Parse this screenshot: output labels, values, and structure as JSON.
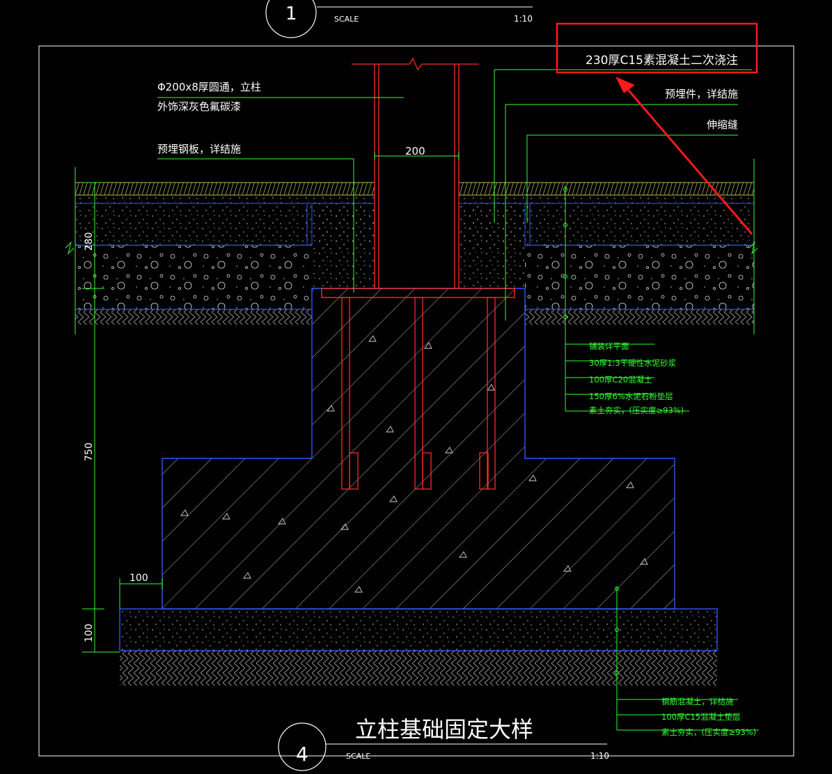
{
  "top_marker": {
    "number": "1",
    "scale_label": "SCALE",
    "scale_value": "1:10"
  },
  "highlight_note": "230厚C15素混凝土二次浇注",
  "left_notes": {
    "column_line1": "Φ200x8厚圆通，立柱",
    "column_line2": "外饰深灰色氟碳漆",
    "embedded_plate": "预埋钢板，详结施"
  },
  "right_notes": {
    "embedded_part": "预埋件，详结施",
    "expansion_joint": "伸缩缝"
  },
  "dimensions": {
    "column_width": "200",
    "pavement_depth": "280",
    "footing_depth": "750",
    "cushion_depth": "100",
    "footing_offset": "100"
  },
  "pavement_layers": [
    "铺装详平面",
    "30厚1:3干硬性水泥砂浆",
    "100厚C20混凝土",
    "150厚6%水泥石粉垫层",
    "素土夯实，(压实度≥93%)"
  ],
  "footing_layers": [
    "钢筋混凝土，详结施",
    "100厚C15混凝土垫层",
    "素土夯实，(压实度≥93%)"
  ],
  "drawing_title": "立柱基础固定大样",
  "bottom_marker": {
    "number": "4",
    "scale_label": "SCALE",
    "scale_value": "1:10"
  },
  "colors": {
    "background": "#000000",
    "frame": "#ffffff",
    "section_outline": "#3355ff",
    "steel": "#ff2a2a",
    "leader": "#33ff33",
    "highlight": "#ff1a1a"
  }
}
